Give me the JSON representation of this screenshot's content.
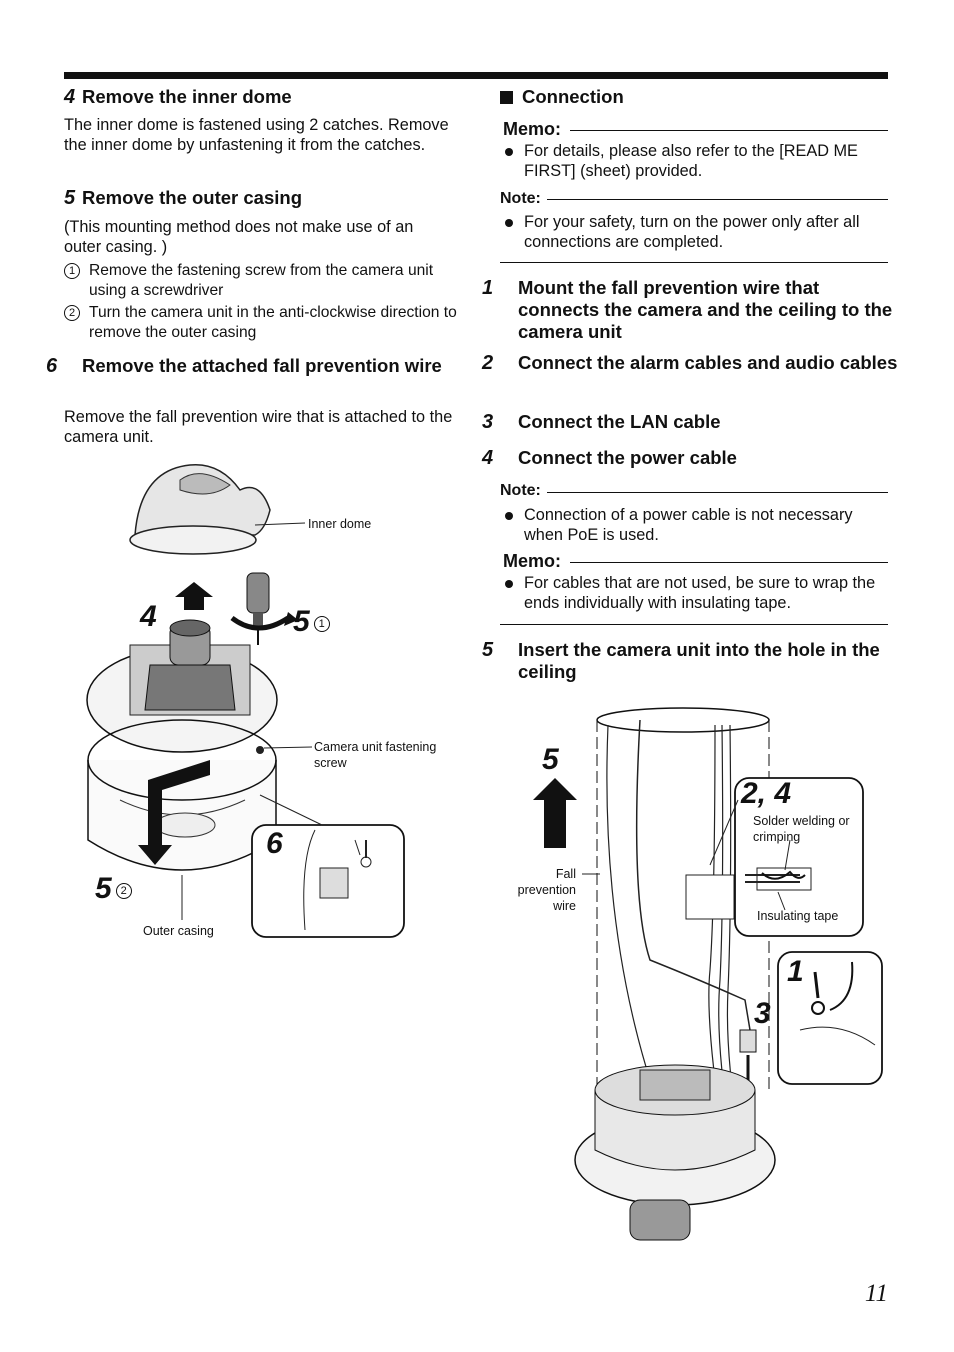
{
  "left": {
    "step4": {
      "num": "4",
      "title": "Remove the inner dome",
      "body": "The inner dome is fastened using 2 catches. Remove the inner dome by unfastening it from the catches."
    },
    "step5": {
      "num": "5",
      "title": "Remove the outer casing",
      "body": "(This mounting method does not make use of an outer casing. )",
      "subs": [
        {
          "mark": "1",
          "text": "Remove the fastening screw from the camera unit using a screwdriver"
        },
        {
          "mark": "2",
          "text": "Turn the camera unit in the anti-clockwise direction to remove the outer casing"
        }
      ]
    },
    "step6": {
      "num": "6",
      "title": "Remove the attached fall prevention wire",
      "body": "Remove the fall prevention wire that is attached to the camera unit."
    },
    "figure": {
      "label_inner_dome": "Inner dome",
      "label_screw": "Camera unit fastening screw",
      "label_outer_casing": "Outer casing",
      "callout_4": "4",
      "callout_5": "5",
      "callout_5_mark1": "1",
      "callout_5b": "5",
      "callout_5_mark2": "2",
      "callout_6": "6"
    }
  },
  "right": {
    "section_title": "Connection",
    "memo1": {
      "heading": "Memo:",
      "text": "For details, please also refer to the [READ ME FIRST] (sheet) provided."
    },
    "note1": {
      "heading": "Note:",
      "text": "For your safety, turn on the power only after all connections are completed."
    },
    "steps": [
      {
        "num": "1",
        "text": "Mount the fall prevention wire that connects the camera and the ceiling to the camera unit"
      },
      {
        "num": "2",
        "text": "Connect the alarm cables and audio cables"
      },
      {
        "num": "3",
        "text": "Connect the LAN cable"
      },
      {
        "num": "4",
        "text": "Connect the power cable"
      }
    ],
    "note2": {
      "heading": "Note:",
      "text": "Connection of a power cable is not necessary when PoE is used."
    },
    "memo2": {
      "heading": "Memo:",
      "text": "For cables that are not used, be sure to wrap the ends individually with insulating tape."
    },
    "step5": {
      "num": "5",
      "text": "Insert the camera unit into the hole in the ceiling"
    },
    "figure": {
      "callout_5": "5",
      "callout_24": "2, 4",
      "callout_1": "1",
      "callout_3": "3",
      "label_solder": "Solder welding or crimping",
      "label_tape": "Insulating tape",
      "label_wire": "Fall prevention wire"
    }
  },
  "page_number": "11"
}
